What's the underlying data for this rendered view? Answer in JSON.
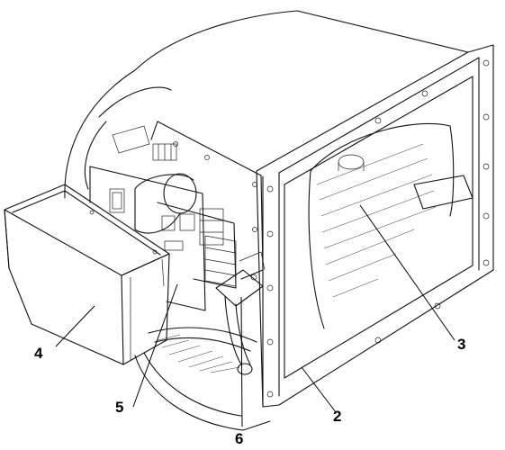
{
  "callouts": [
    {
      "id": "4",
      "label": "4"
    },
    {
      "id": "5",
      "label": "5"
    },
    {
      "id": "6",
      "label": "6"
    },
    {
      "id": "2",
      "label": "2"
    },
    {
      "id": "3",
      "label": "3"
    }
  ],
  "colors": {
    "line": "#111111",
    "background": "#ffffff"
  }
}
